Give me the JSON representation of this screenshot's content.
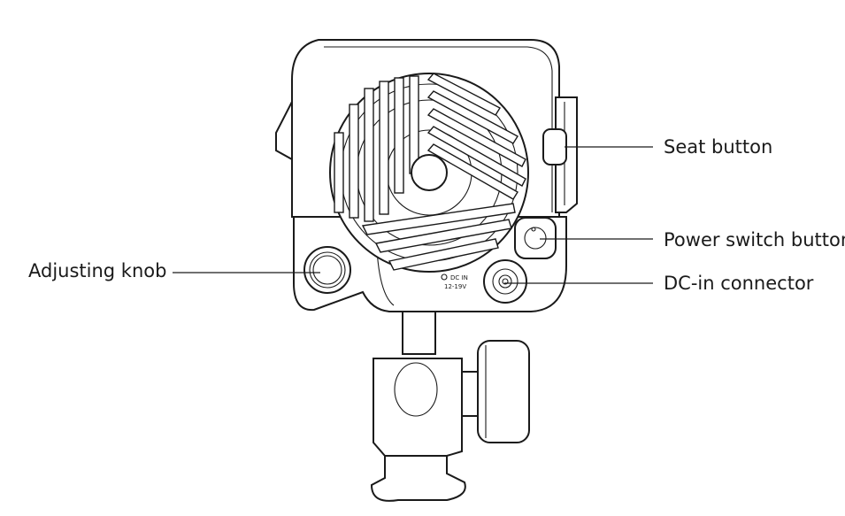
{
  "callouts": {
    "seat_button": "Seat button",
    "power_switch_button": "Power switch button",
    "adjusting_knob": "Adjusting knob",
    "dc_in_connector": "DC-in connector"
  },
  "device_text": {
    "dc_in": "DC IN",
    "voltage": "12-19V"
  }
}
